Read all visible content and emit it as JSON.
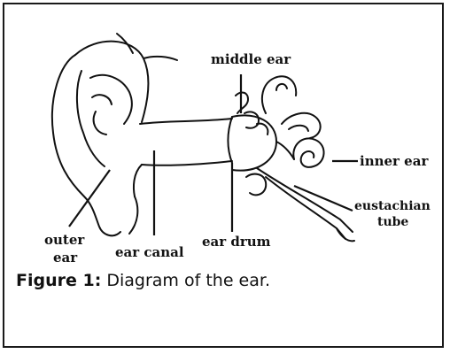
{
  "diagram": {
    "labels": {
      "middle_ear": "middle ear",
      "inner_ear": "inner ear",
      "eustachian_1": "eustachian",
      "eustachian_2": "tube",
      "outer_1": "outer",
      "outer_2": "ear",
      "ear_canal": "ear canal",
      "ear_drum": "ear drum"
    }
  },
  "caption": {
    "number": "Figure 1:",
    "text": "Diagram of the ear."
  }
}
